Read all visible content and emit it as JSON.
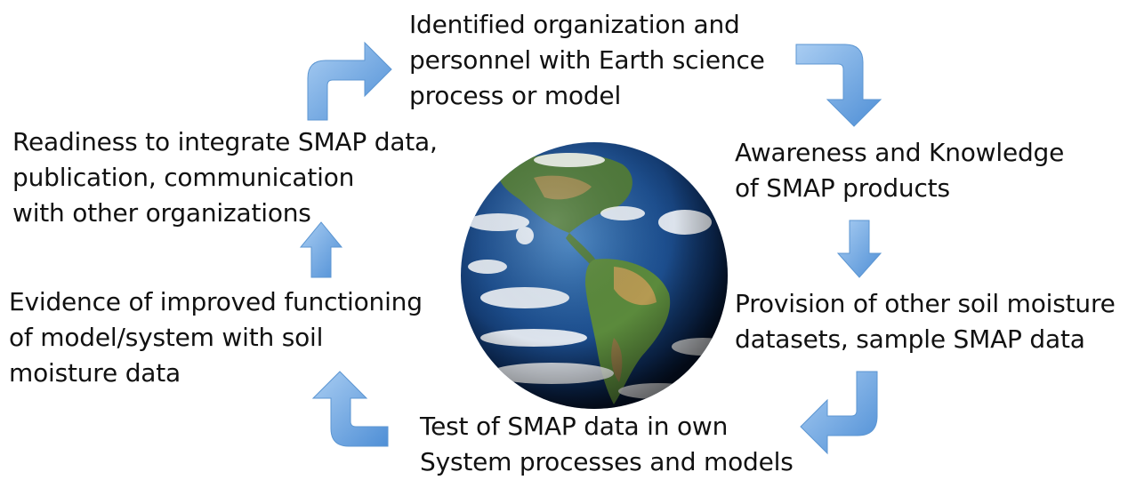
{
  "diagram": {
    "type": "cycle",
    "center_image": "earth-globe",
    "arrow_color": "#6fa8e0",
    "steps": [
      {
        "id": "step-1",
        "text": "Identified organization and\npersonnel with Earth science\nprocess or model"
      },
      {
        "id": "step-2",
        "text": "Awareness and Knowledge\nof SMAP products"
      },
      {
        "id": "step-3",
        "text": "Provision of other soil moisture\ndatasets, sample SMAP data"
      },
      {
        "id": "step-4",
        "text": "Test of SMAP data in own\nSystem processes and models"
      },
      {
        "id": "step-5",
        "text": "Evidence of improved functioning\nof model/system with soil\nmoisture data"
      },
      {
        "id": "step-6",
        "text": "Readiness to integrate SMAP data,\npublication, communication\nwith other organizations"
      }
    ]
  }
}
